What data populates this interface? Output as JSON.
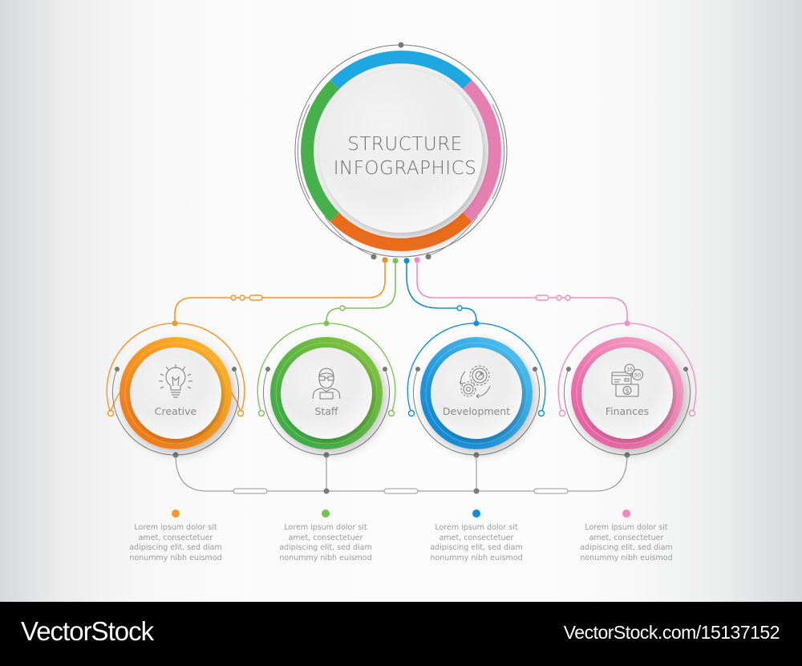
{
  "title": {
    "line1": "STRUCTURE",
    "line2": "INFOGRAPHICS",
    "ring_colors": {
      "top": "#1ea7e1",
      "right": "#ea7fb6",
      "bottom": "#ec6d1d",
      "left": "#46b04a"
    }
  },
  "nodes": [
    {
      "label": "Creative",
      "icon": "lightbulb-icon",
      "color": "#f58a1f",
      "color_light": "#fbb72a",
      "description": [
        "Lorem ipsum dolor sit",
        "amet, consectetuer",
        "adipiscing elit, sed diam",
        "nonummy nibh euismod"
      ]
    },
    {
      "label": "Staff",
      "icon": "person-glasses-icon",
      "color": "#3eae49",
      "color_light": "#8cc63f",
      "description": [
        "Lorem ipsum dolor sit",
        "amet, consectetuer",
        "adipiscing elit, sed diam",
        "nonummy nibh euismod"
      ]
    },
    {
      "label": "Development",
      "icon": "gears-arrow-icon",
      "color": "#0f8ed8",
      "color_light": "#4cc0f0",
      "description": [
        "Lorem ipsum dolor sit",
        "amet, consectetuer",
        "adipiscing elit, sed diam",
        "nonummy nibh euismod"
      ]
    },
    {
      "label": "Finances",
      "icon": "money-card-coins-icon",
      "color": "#ea6ea8",
      "color_light": "#f59cc6",
      "description": [
        "Lorem ipsum dolor sit",
        "amet, consectetuer",
        "adipiscing elit, sed diam",
        "nonummy nibh euismod"
      ]
    }
  ],
  "footer": {
    "brand": "VectorStock",
    "url": "VectorStock.com/15137152"
  }
}
